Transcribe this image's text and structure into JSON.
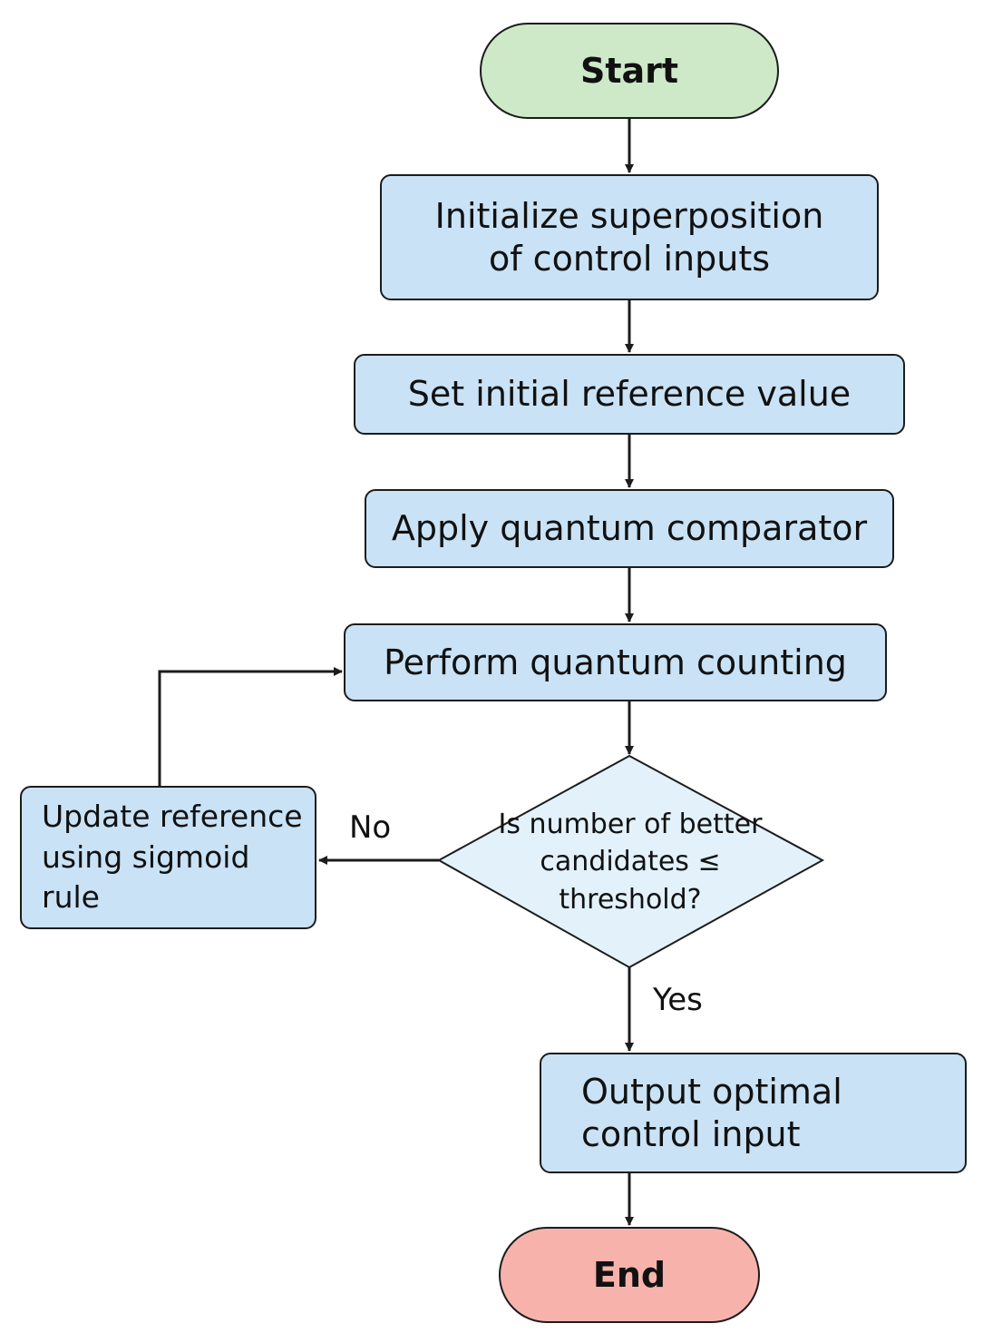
{
  "nodes": {
    "start": "Start",
    "init_superposition": "Initialize superposition of control inputs",
    "set_reference": "Set initial reference value",
    "apply_comparator": "Apply quantum comparator",
    "quantum_counting": "Perform quantum counting",
    "decision": "Is number of better candidates ≤ threshold?",
    "update_reference": "Update reference using sigmoid rule",
    "output": "Output optimal control input",
    "end": "End"
  },
  "edges": {
    "no_label": "No",
    "yes_label": "Yes"
  },
  "colors": {
    "start_fill": "#cde9c8",
    "end_fill": "#f7b3ab",
    "process_fill": "#c9e2f5",
    "decision_fill": "#e3f1fb",
    "line": "#1c1c1c"
  }
}
